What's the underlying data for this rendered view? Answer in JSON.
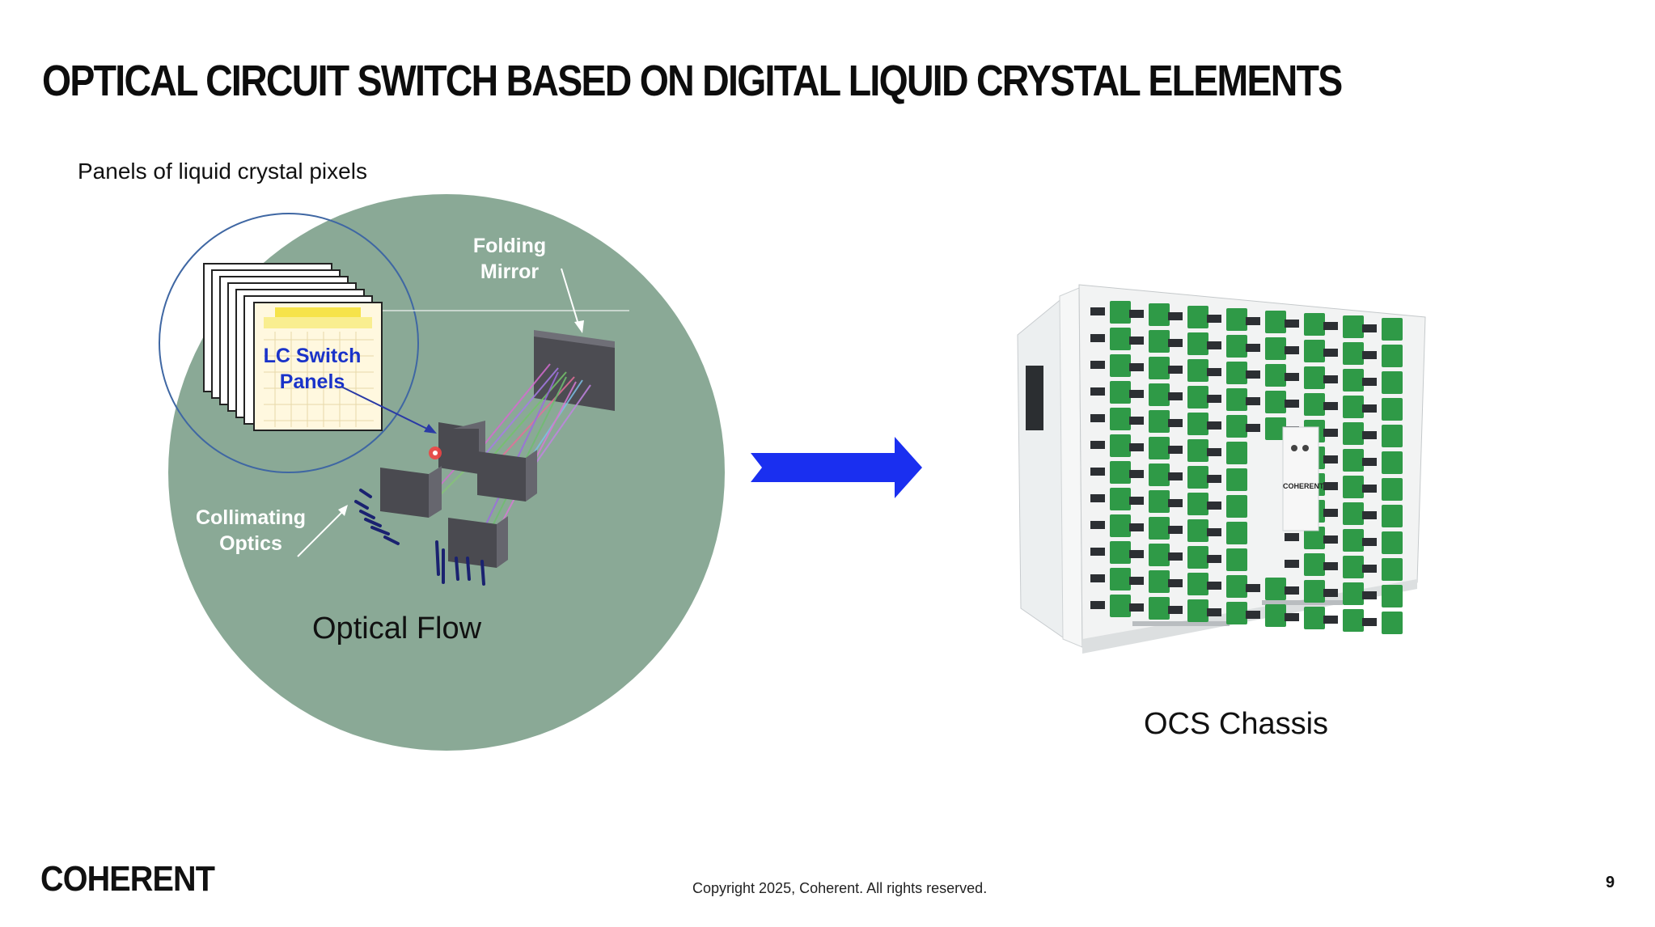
{
  "slide": {
    "title": "OPTICAL CIRCUIT SWITCH BASED ON DIGITAL LIQUID CRYSTAL ELEMENTS",
    "subtitle": "Panels of liquid crystal pixels",
    "page_number": "9",
    "copyright": "Copyright 2025, Coherent. All rights reserved."
  },
  "diagram": {
    "background_color": "#8aa996",
    "folding_mirror_label": "Folding\nMirror",
    "lc_switch_label": "LC Switch\nPanels",
    "collimating_label": "Collimating\nOptics",
    "optical_flow_label": "Optical Flow"
  },
  "arrow": {
    "color": "#1a2ff0",
    "icon": "right-arrow-icon"
  },
  "chassis": {
    "caption": "OCS Chassis",
    "brand_mark": "COHERENT",
    "connector_color": "#2f9a47"
  },
  "logo": {
    "text": "COHERENT"
  }
}
